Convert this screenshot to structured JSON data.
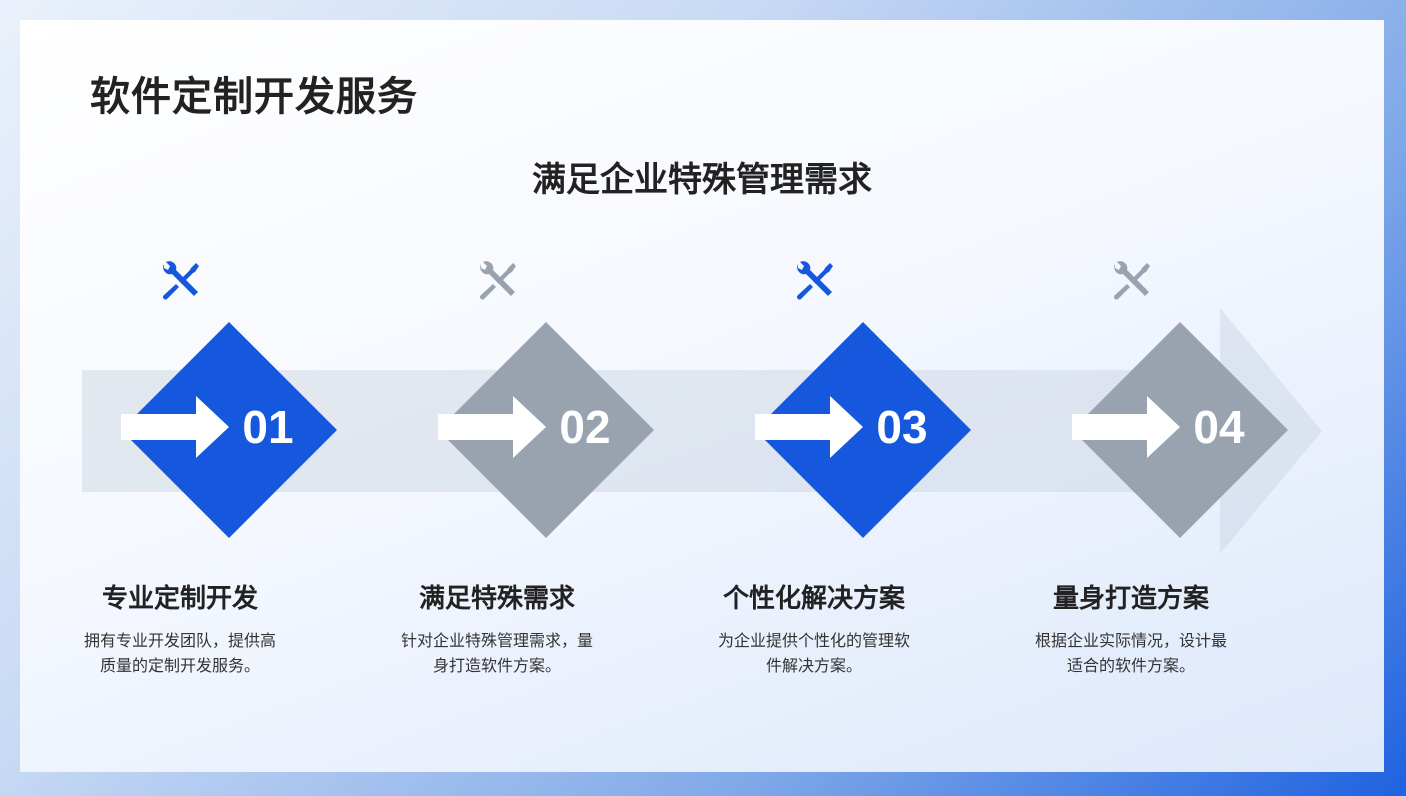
{
  "header": {
    "title": "软件定制开发服务",
    "subtitle": "满足企业特殊管理需求"
  },
  "steps": [
    {
      "number": "01",
      "heading": "专业定制开发",
      "description": "拥有专业开发团队，提供高质量的定制开发服务。",
      "color": "#1558dd",
      "icon": "wrench-screwdriver-icon"
    },
    {
      "number": "02",
      "heading": "满足特殊需求",
      "description": "针对企业特殊管理需求，量身打造软件方案。",
      "color": "#99a3b0",
      "icon": "wrench-screwdriver-icon"
    },
    {
      "number": "03",
      "heading": "个性化解决方案",
      "description": "为企业提供个性化的管理软件解决方案。",
      "color": "#1558dd",
      "icon": "wrench-screwdriver-icon"
    },
    {
      "number": "04",
      "heading": "量身打造方案",
      "description": "根据企业实际情况，设计最适合的软件方案。",
      "color": "#99a3b0",
      "icon": "wrench-screwdriver-icon"
    }
  ]
}
